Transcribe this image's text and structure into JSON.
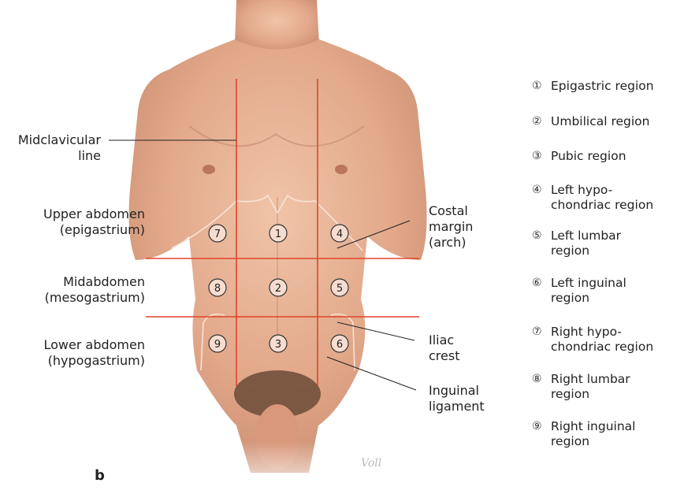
{
  "panel_letter": "b",
  "signature": "Voll",
  "regions": [
    {
      "number": "1",
      "name": "Epigastric region"
    },
    {
      "number": "2",
      "name": "Umbilical region"
    },
    {
      "number": "3",
      "name": "Pubic region"
    },
    {
      "number": "4",
      "name": "Left hypo-",
      "name2": "chondriac region"
    },
    {
      "number": "5",
      "name": "Left lumbar",
      "name2": "region"
    },
    {
      "number": "6",
      "name": "Left inguinal",
      "name2": "region"
    },
    {
      "number": "7",
      "name": "Right hypo-",
      "name2": "chondriac region"
    },
    {
      "number": "8",
      "name": "Right lumbar",
      "name2": "region"
    },
    {
      "number": "9",
      "name": "Right inguinal",
      "name2": "region"
    }
  ],
  "left_labels": {
    "midclavicular": [
      "Midclavicular",
      "line"
    ],
    "upper": [
      "Upper abdomen",
      "(epigastrium)"
    ],
    "mid": [
      "Midabdomen",
      "(mesogastrium)"
    ],
    "lower": [
      "Lower abdomen",
      "(hypogastrium)"
    ]
  },
  "right_labels": {
    "costal": [
      "Costal",
      "margin",
      "(arch)"
    ],
    "iliac": [
      "Iliac",
      "crest"
    ],
    "inguinal": [
      "Inguinal",
      "ligament"
    ]
  },
  "colors": {
    "grid_line": "#e0442a",
    "skin": "#e9b69a",
    "skin_shadow": "#c98f74"
  }
}
